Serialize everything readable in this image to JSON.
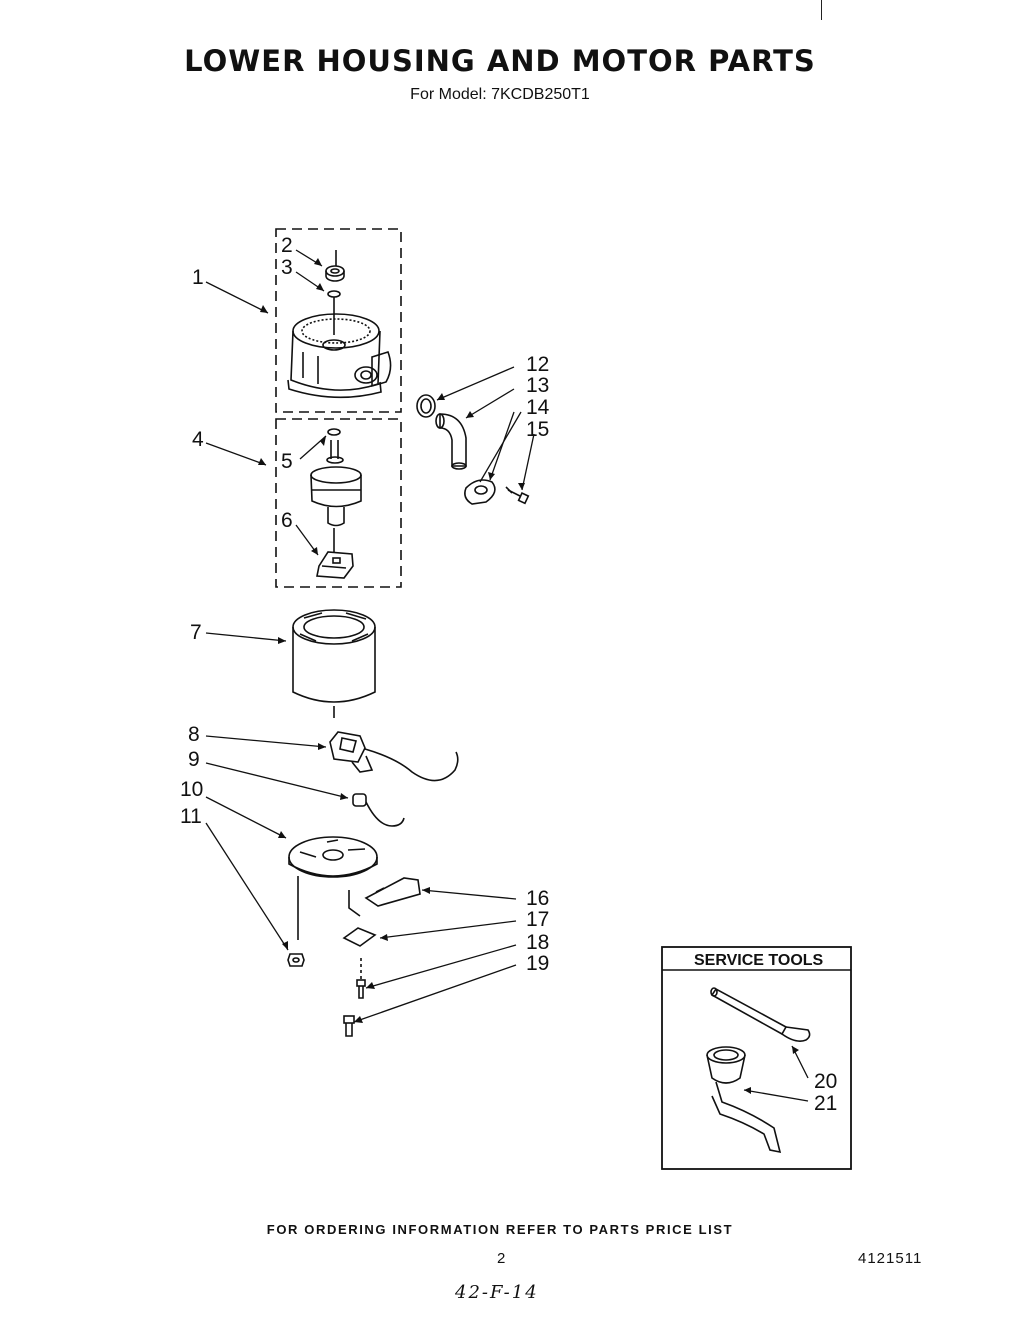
{
  "title": "LOWER HOUSING AND MOTOR PARTS",
  "subtitle": "For Model: 7KCDB250T1",
  "callouts": {
    "c1": "1",
    "c2": "2",
    "c3": "3",
    "c4": "4",
    "c5": "5",
    "c6": "6",
    "c7": "7",
    "c8": "8",
    "c9": "9",
    "c10": "10",
    "c11": "11",
    "c12": "12",
    "c13": "13",
    "c14": "14",
    "c15": "15",
    "c16": "16",
    "c17": "17",
    "c18": "18",
    "c19": "19",
    "c20": "20",
    "c21": "21"
  },
  "service_tools": {
    "title": "SERVICE TOOLS"
  },
  "footer": {
    "ordering": "FOR ORDERING INFORMATION REFER TO PARTS PRICE LIST",
    "page_number": "2",
    "doc_number": "4121511",
    "handwritten": "42-F-14"
  }
}
